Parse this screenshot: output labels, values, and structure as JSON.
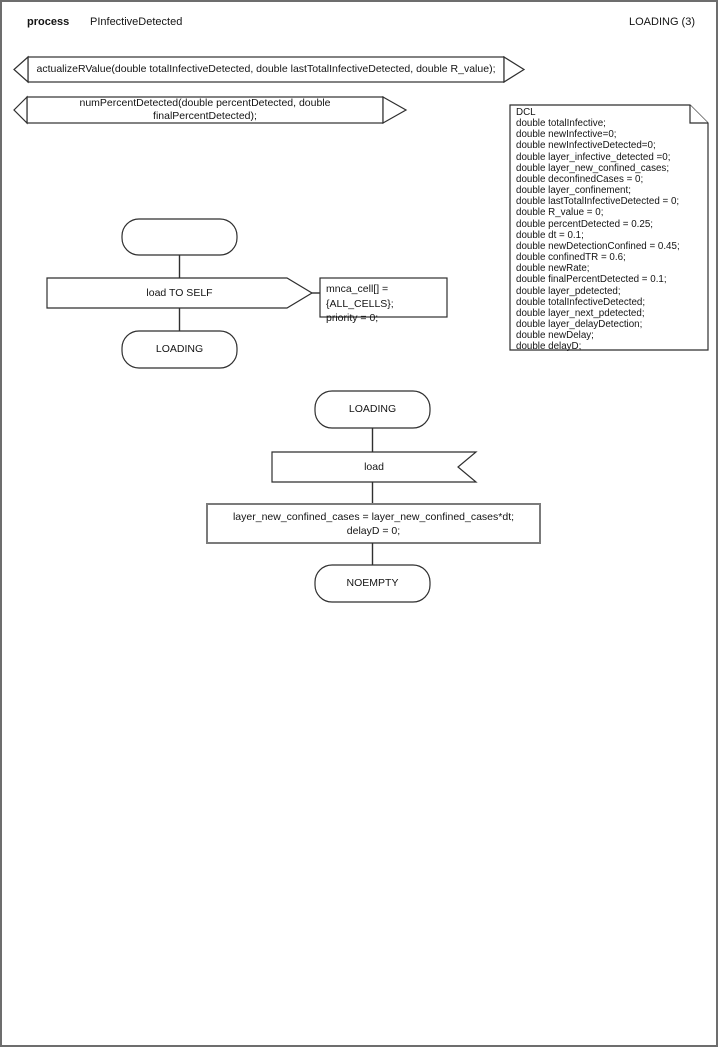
{
  "header": {
    "kind_label": "process",
    "process_name": "PInfectiveDetected",
    "state_label": "LOADING (3)"
  },
  "procedures": [
    {
      "signature": "actualizeRValue(double totalInfectiveDetected, double lastTotalInfectiveDetected, double R_value);"
    },
    {
      "signature": "numPercentDetected(double percentDetected, double finalPercentDetected);"
    }
  ],
  "dcl": {
    "lines": [
      "DCL",
      "double totalInfective;",
      "double newInfective=0;",
      "double newInfectiveDetected=0;",
      "double layer_infective_detected =0;",
      "double layer_new_confined_cases;",
      "double deconfinedCases = 0;",
      "double layer_confinement;",
      "double lastTotalInfectiveDetected = 0;",
      "double R_value = 0;",
      "double percentDetected = 0.25;",
      "double dt = 0.1;",
      "double newDetectionConfined = 0.45;",
      "double confinedTR = 0.6;",
      "double newRate;",
      "double finalPercentDetected = 0.1;",
      "double layer_pdetected;",
      "double totalInfectiveDetected;",
      "double layer_next_pdetected;",
      "double layer_delayDetection;",
      "double newDelay;",
      "double delayD;"
    ]
  },
  "flow_start": {
    "output_label": "load TO SELF",
    "comment_lines": [
      "mnca_cell[] = {ALL_CELLS};",
      "priority = 0;"
    ],
    "next_state": "LOADING"
  },
  "flow_loading": {
    "state": "LOADING",
    "input_label": "load",
    "task_lines": [
      "layer_new_confined_cases = layer_new_confined_cases*dt;",
      "delayD = 0;"
    ],
    "next_state": "NOEMPTY"
  },
  "colors": {
    "stroke": "#2f2f2f",
    "task_stroke": "#7b7b7b",
    "page_border": "#6d6d6d",
    "background": "#ffffff"
  }
}
